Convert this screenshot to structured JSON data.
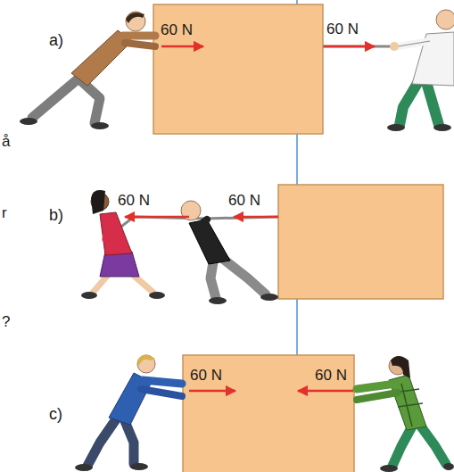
{
  "diagram": {
    "nodes": [
      {
        "text": [
          "60 N"
        ]
      },
      {
        "text": [
          "60 N",
          "60 N"
        ]
      }
    ],
    "labels": [
      "å",
      "a)",
      "60 N",
      "r",
      "b)",
      "60 N",
      "60 N",
      "?",
      "c)"
    ]
  }
}
